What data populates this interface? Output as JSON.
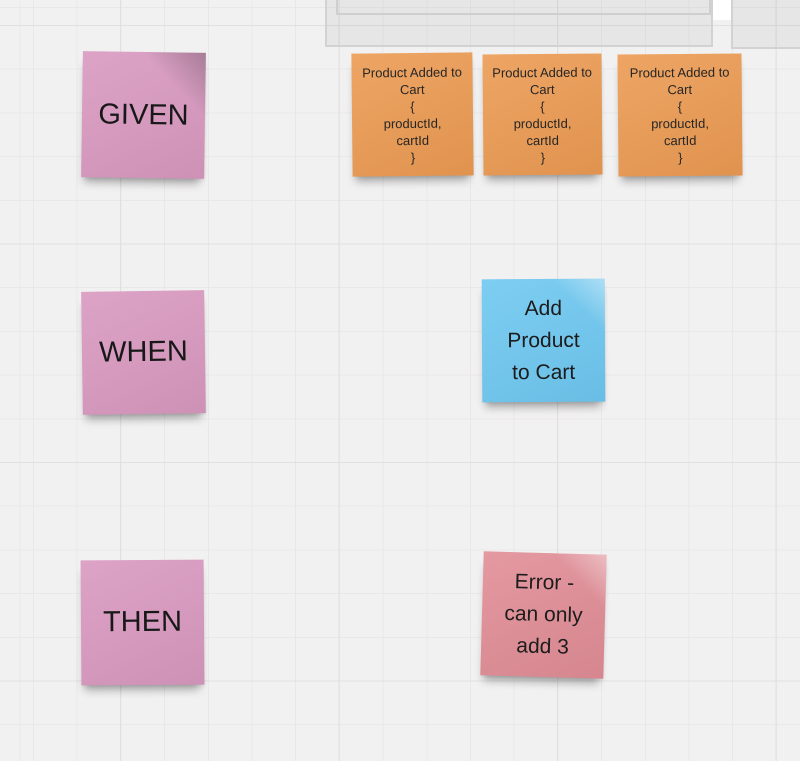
{
  "canvas": {
    "background_color": "#f2f1f1",
    "grid_minor_color": "#e9e8e8",
    "grid_major_color": "#e1e0e0",
    "frame_border_color": "#d3d2d2",
    "frame_fill_color": "#e9e8e8"
  },
  "notes": {
    "given": {
      "text": "GIVEN",
      "color": "#d999c0"
    },
    "when": {
      "text": "WHEN",
      "color": "#d999c0"
    },
    "then": {
      "text": "THEN",
      "color": "#d999c0"
    },
    "event1": {
      "text": "Product Added to\nCart\n{\nproductId,\ncartId\n}",
      "color": "#ec9b53"
    },
    "event2": {
      "text": "Product Added to\nCart\n{\nproductId,\ncartId\n}",
      "color": "#ec9b53"
    },
    "event3": {
      "text": "Product Added to\nCart\n{\nproductId,\ncartId\n}",
      "color": "#ec9b53"
    },
    "command": {
      "text": "Add\nProduct\nto Cart",
      "color": "#6fc8f1"
    },
    "error": {
      "text": "Error -\ncan only\nadd 3",
      "color": "#e18d96"
    }
  }
}
